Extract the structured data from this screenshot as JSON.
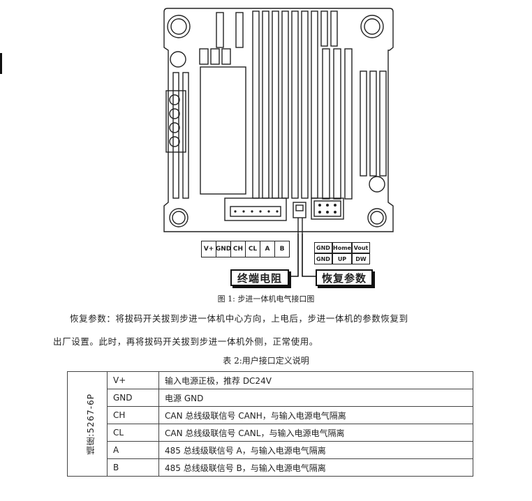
{
  "figure": {
    "pin_labels": [
      "V+",
      "GND",
      "CH",
      "CL",
      "A",
      "B"
    ],
    "switch_pins_top": [
      "GND",
      "Home",
      "Vout"
    ],
    "switch_pins_bottom": [
      "GND",
      "UP",
      "DW"
    ],
    "callout_termination": "终端电阻",
    "callout_restore": "恢复参数",
    "caption": "图 1: 步进一体机电气接口图"
  },
  "paragraph": {
    "line1": "恢复参数：将拔码开关拔到步进一体机中心方向，上电后，步进一体机的参数恢复到",
    "line2": "出厂设置。此时，再将拔码开关拔到步进一体机外侧，正常使用。"
  },
  "table": {
    "caption": "表 2:用户接口定义说明",
    "side_label": "插座:5267-6P",
    "rows": [
      {
        "pin": "V+",
        "desc": "输入电源正极，推荐 DC24V"
      },
      {
        "pin": "GND",
        "desc": "电源 GND"
      },
      {
        "pin": "CH",
        "desc": "CAN 总线级联信号 CANH，与输入电源电气隔离"
      },
      {
        "pin": "CL",
        "desc": "CAN 总线级联信号 CANL，与输入电源电气隔离"
      },
      {
        "pin": "A",
        "desc": "485 总线级联信号 A，与输入电源电气隔离"
      },
      {
        "pin": "B",
        "desc": "485 总线级联信号 B，与输入电源电气隔离"
      }
    ]
  },
  "colors": {
    "ink": "#222222",
    "paper": "#ffffff"
  }
}
